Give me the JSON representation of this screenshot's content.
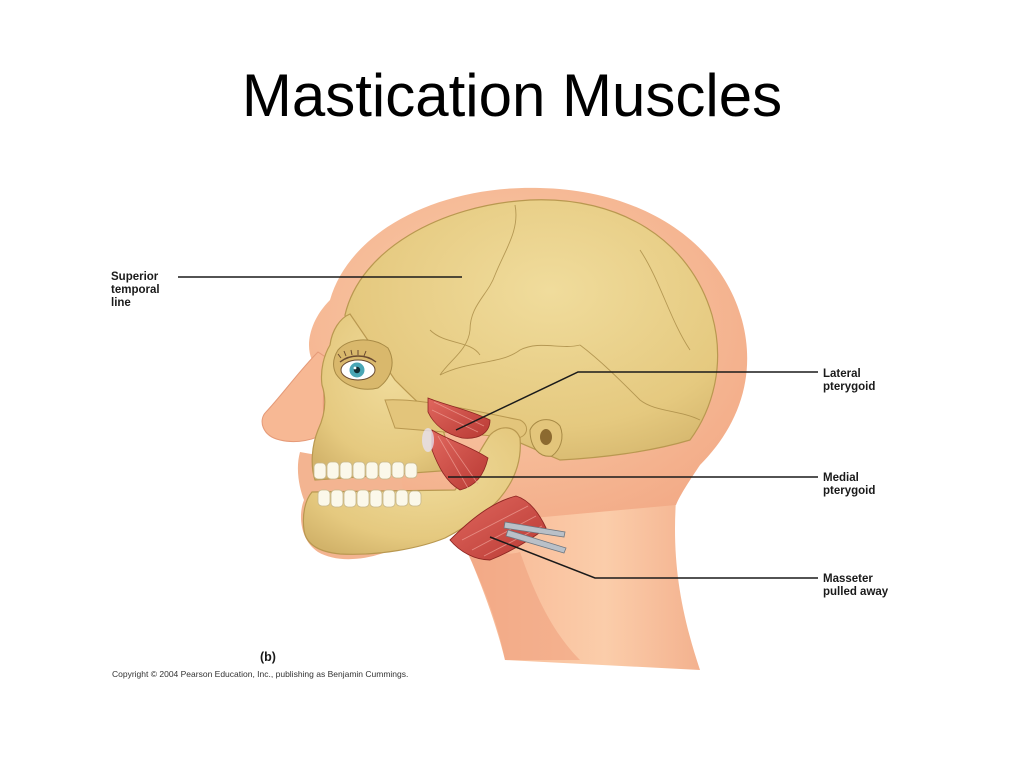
{
  "slide": {
    "title": "Mastication Muscles"
  },
  "figure": {
    "labels": {
      "superior_temporal_line": "Superior\ntemporal\nline",
      "lateral_pterygoid": "Lateral\npterygoid",
      "medial_pterygoid": "Medial\npterygoid",
      "masseter_pulled_away": "Masseter\npulled away"
    },
    "panel_letter": "(b)",
    "copyright": "Copyright © 2004 Pearson Education, Inc., publishing as Benjamin Cummings."
  },
  "colors": {
    "skin": "#f7bf97",
    "skin_shadow": "#ec9d7a",
    "bone": "#e8d08a",
    "bone_shadow": "#c9a95c",
    "muscle": "#d4524a",
    "muscle_dark": "#9e2b27",
    "tooth": "#fbf8ea",
    "eye_iris": "#49a6b5",
    "leader_line": "#1a1a1a"
  },
  "icons": {
    "forceps": "forceps-icon"
  }
}
